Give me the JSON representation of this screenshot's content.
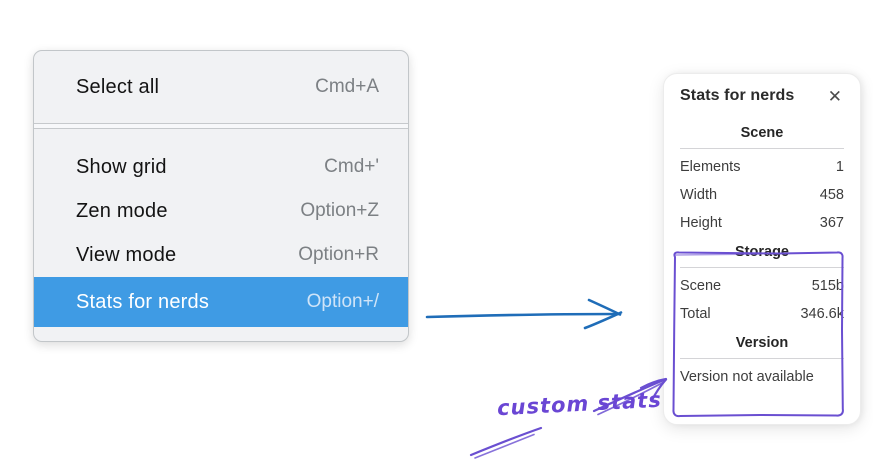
{
  "menu": {
    "items": [
      {
        "label": "Select all",
        "shortcut": "Cmd+A",
        "highlighted": false
      },
      {
        "label": "Show grid",
        "shortcut": "Cmd+'",
        "highlighted": false
      },
      {
        "label": "Zen mode",
        "shortcut": "Option+Z",
        "highlighted": false
      },
      {
        "label": "View mode",
        "shortcut": "Option+R",
        "highlighted": false
      },
      {
        "label": "Stats for nerds",
        "shortcut": "Option+/",
        "highlighted": true
      }
    ],
    "colors": {
      "background": "#f1f2f4",
      "border": "#c2c6c9",
      "highlight": "#3f9be4",
      "label": "#131313",
      "shortcut": "#7c8084"
    }
  },
  "stats_panel": {
    "title": "Stats for nerds",
    "close_glyph": "✕",
    "sections": [
      {
        "heading": "Scene",
        "rows": [
          {
            "label": "Elements",
            "value": "1"
          },
          {
            "label": "Width",
            "value": "458"
          },
          {
            "label": "Height",
            "value": "367"
          }
        ]
      },
      {
        "heading": "Storage",
        "rows": [
          {
            "label": "Scene",
            "value": "515b"
          },
          {
            "label": "Total",
            "value": "346.6k"
          }
        ]
      },
      {
        "heading": "Version",
        "note": "Version not available"
      }
    ]
  },
  "annotations": {
    "custom_stats_label": "custom stats",
    "purple_color": "#6a4fd1",
    "blue_arrow_color": "#1f6db8",
    "highlight_box_target": "Storage and Version sections"
  }
}
